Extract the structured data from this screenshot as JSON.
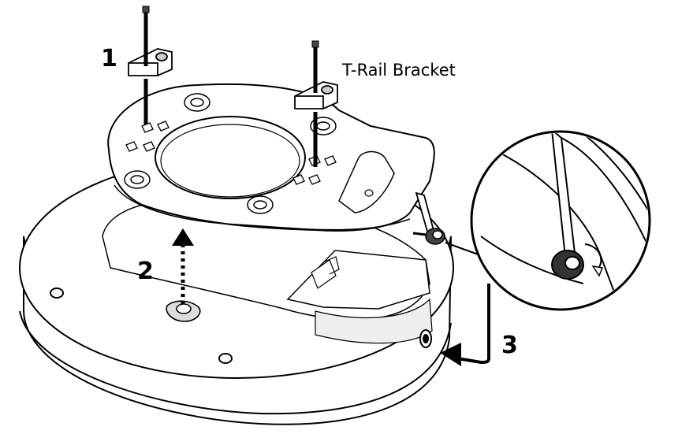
{
  "steps": [
    {
      "number": "1"
    },
    {
      "number": "2"
    },
    {
      "number": "3"
    }
  ],
  "labels": {
    "bracket": "T-Rail Bracket"
  },
  "colors": {
    "line": "#000000",
    "fill": "#ffffff",
    "shade": "#e8e8e8",
    "dark": "#333333"
  }
}
